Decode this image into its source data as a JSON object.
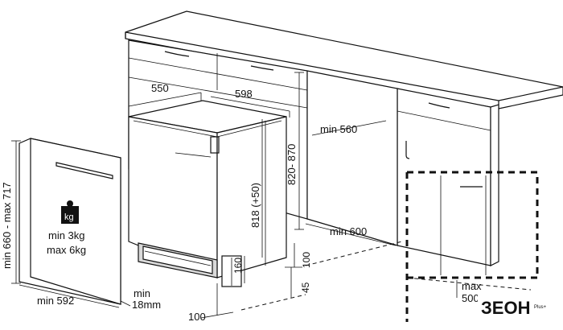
{
  "dimensions": {
    "depth_550": "550",
    "width_598": "598",
    "height_range": "820- 870",
    "niche_min_560": "min 560",
    "niche_min_600": "min 600",
    "appliance_height": "818 (+50)",
    "plinth_160": "160",
    "plinth_100_right": "100",
    "plinth_45": "45",
    "plinth_100_bottom": "100",
    "door_height": "min 660 - max 717",
    "door_width": "min 592",
    "door_thickness_min": "min",
    "door_thickness_val": "18mm",
    "max_label": "max",
    "max_value": "500"
  },
  "door_panel": {
    "weight_icon_text": "kg",
    "weight_min": "min  3kg",
    "weight_max": "max 6kg"
  },
  "brand": {
    "logo": "ЗЕОН",
    "suffix": "Plus+"
  },
  "colors": {
    "line": "#111111",
    "cabinet_fill": "#ffffff",
    "plinth_fill": "#d9d9d9",
    "icon_fill": "#111111"
  }
}
